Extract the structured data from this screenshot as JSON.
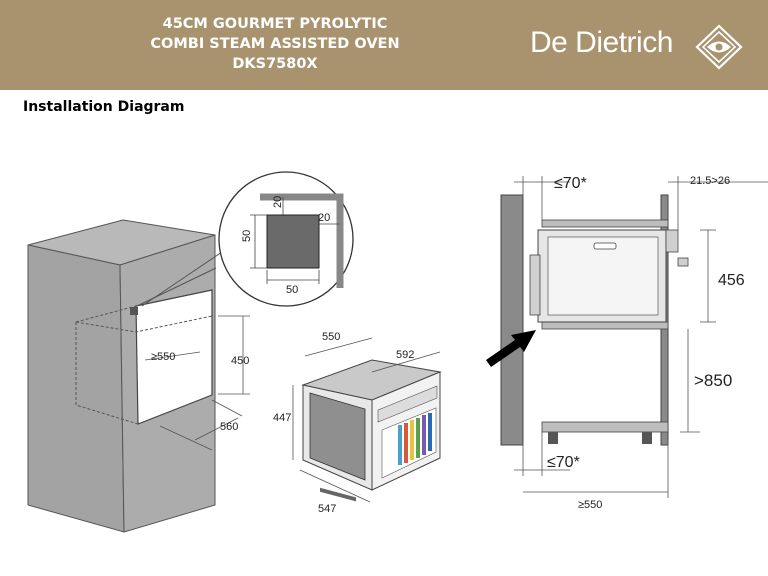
{
  "header": {
    "title_lines": [
      "45CM GOURMET PYROLYTIC",
      "COMBI STEAM ASSISTED OVEN",
      "DKS7580X"
    ],
    "brand": "De Dietrich",
    "logo_icon": "diamond-logo-icon",
    "background": "#a8936e"
  },
  "page": {
    "subtitle": "Installation Diagram"
  },
  "inset": {
    "top": "20",
    "right": "20",
    "left": "50",
    "bottom": "50"
  },
  "cabinet": {
    "height": "450",
    "width": "≥550",
    "depth": "560"
  },
  "oven": {
    "depth_top": "550",
    "width_top": "592",
    "height": "447",
    "depth_bottom": "547"
  },
  "side": {
    "top_gap": "≤70*",
    "top_right": "21.5>26",
    "oven_height": "456",
    "lower_height": ">850",
    "bottom_gap": "≤70*",
    "bottom_width": "≥550"
  }
}
